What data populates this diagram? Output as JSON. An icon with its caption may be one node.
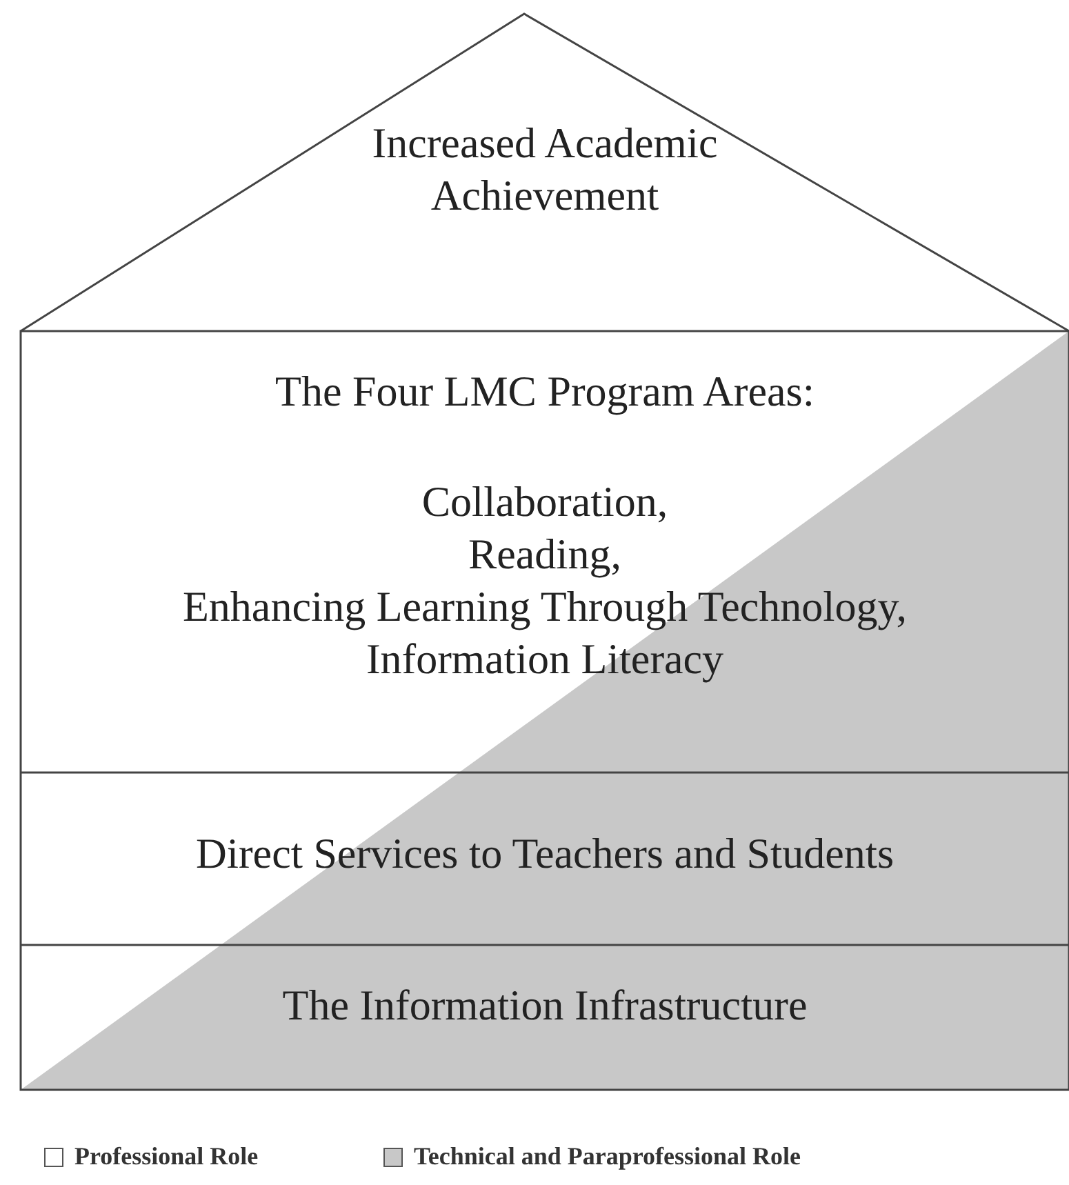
{
  "diagram": {
    "nodes": [
      {
        "text": [
          "Increased Academic Achievement"
        ]
      },
      {
        "text": [
          "The Four LMC Program Areas:",
          "Collaboration, Reading, Enhancing Learning Through Technology, Information Literacy"
        ]
      },
      {
        "text": [
          "Direct Services to Teachers and Students"
        ]
      },
      {
        "text": [
          "The Information Infrastructure"
        ]
      }
    ],
    "edges": [],
    "legend": [
      {
        "text": "Professional Role",
        "color": "#ffffff"
      },
      {
        "text": "Technical and Paraprofessional Role",
        "color": "#c8c8c8"
      }
    ]
  }
}
